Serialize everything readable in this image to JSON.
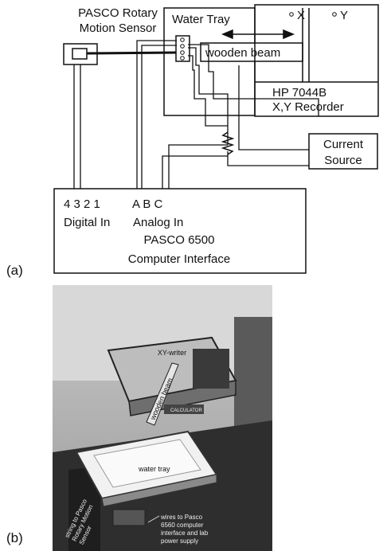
{
  "panel_a_label": "(a)",
  "panel_b_label": "(b)",
  "sensor": {
    "line1": "PASCO Rotary",
    "line2": "Motion Sensor"
  },
  "water_tray_label": "Water Tray",
  "wooden_beam_label": "wooden beam",
  "x_label": "X",
  "y_label": "Y",
  "recorder": {
    "line1": "HP 7044B",
    "line2": "X,Y Recorder"
  },
  "current_source": {
    "line1": "Current",
    "line2": "Source"
  },
  "interface": {
    "digital_ports": "4 3 2 1",
    "analog_ports": "A  B  C",
    "digital_label": "Digital In",
    "analog_label": "Analog In",
    "name_line1": "PASCO 6500",
    "name_line2": "Computer Interface"
  },
  "photo": {
    "xy_writer": "XY-writer",
    "wooden_beam": "wooden beam",
    "calculator": "CALCULATOR",
    "water_tray": "water tray",
    "string_note": [
      "string to Pasco",
      "Rotary Motion",
      "Sensor"
    ],
    "wires_note": [
      "wires to Pasco",
      "6560 computer",
      "interface and lab",
      "power supply"
    ]
  }
}
